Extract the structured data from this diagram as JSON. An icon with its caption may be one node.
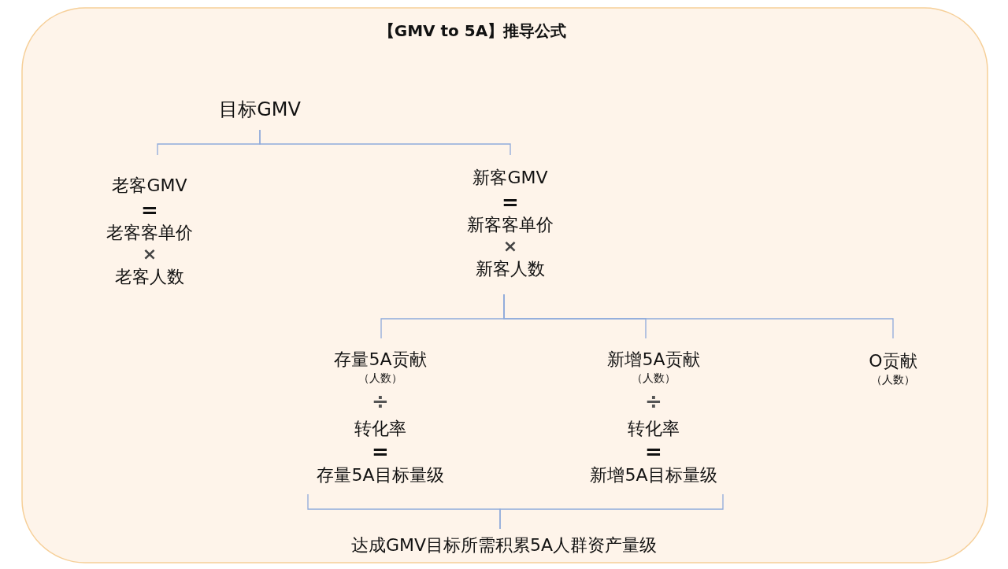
{
  "diagram": {
    "title": "【GMV to 5A】推导公式",
    "nodes": [
      {
        "text": [
          "目标GMV"
        ]
      },
      {
        "text": [
          "老客GMV",
          "=",
          "老客客单价",
          "×",
          "老客人数"
        ]
      },
      {
        "text": [
          "新客GMV",
          "=",
          "新客客单价",
          "×",
          "新客人数"
        ]
      },
      {
        "text": [
          "存量5A贡献",
          "（人数）",
          "÷",
          "转化率",
          "=",
          "存量5A目标量级"
        ]
      },
      {
        "text": [
          "新增5A贡献",
          "（人数）",
          "÷",
          "转化率",
          "=",
          "新增5A目标量级"
        ]
      },
      {
        "text": [
          "O贡献",
          "（人数）"
        ]
      },
      {
        "text": [
          "达成GMV目标所需积累5A人群资产量级"
        ]
      }
    ],
    "edges": [
      {
        "from": 0,
        "to": 1,
        "arrow": "none"
      },
      {
        "from": 0,
        "to": 2,
        "arrow": "none"
      },
      {
        "from": 2,
        "to": 3,
        "arrow": "none"
      },
      {
        "from": 2,
        "to": 4,
        "arrow": "none"
      },
      {
        "from": 2,
        "to": 5,
        "arrow": "none"
      },
      {
        "from": 3,
        "to": 6,
        "arrow": "none"
      },
      {
        "from": 4,
        "to": 6,
        "arrow": "none"
      }
    ]
  }
}
